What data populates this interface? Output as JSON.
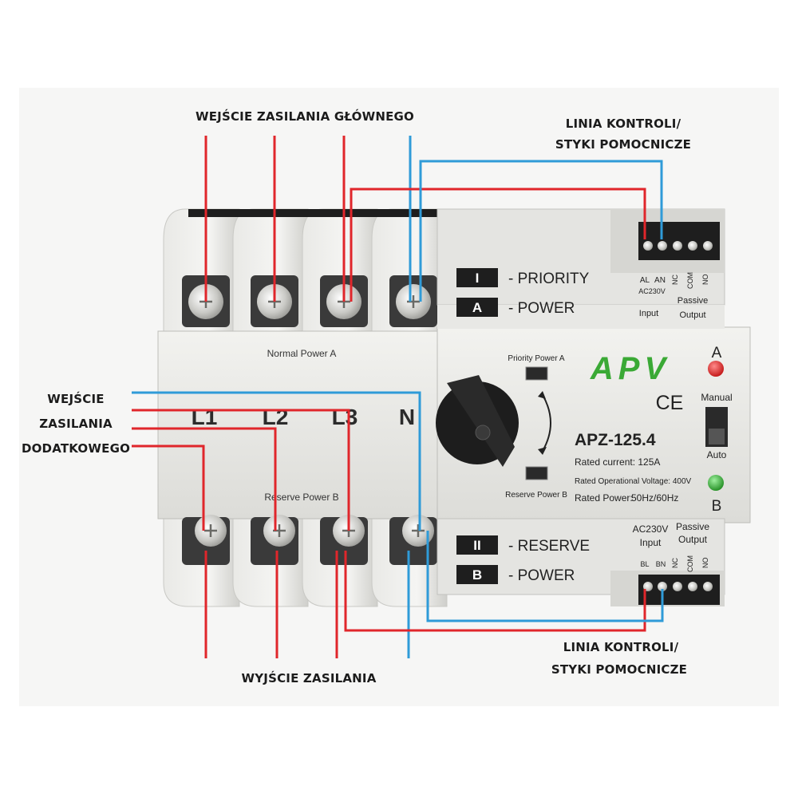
{
  "callouts": {
    "main_input": "WEJŚCIE ZASILANIA GŁÓWNEGO",
    "control_top_1": "LINIA KONTROLI/",
    "control_top_2": "STYKI POMOCNICZE",
    "reserve_input_1": "WEJŚCIE",
    "reserve_input_2": "ZASILANIA",
    "reserve_input_3": "DODATKOWEGO",
    "output": "WYJŚCIE ZASILANIA",
    "control_bottom_1": "LINIA KONTROLI/",
    "control_bottom_2": "STYKI POMOCNICZE"
  },
  "device": {
    "normal_power_label": "Normal Power A",
    "reserve_power_label": "Reserve Power B",
    "phases": [
      "L1",
      "L2",
      "L3",
      "N"
    ],
    "tag_priority_key": "I",
    "tag_priority_text": "- PRIORITY",
    "tag_power_a_key": "A",
    "tag_power_a_text": "- POWER",
    "tag_reserve_key": "II",
    "tag_reserve_text": "- RESERVE",
    "tag_power_b_key": "B",
    "tag_power_b_text": "- POWER",
    "priority_power_label": "Priority Power A",
    "reserve_power_window_label": "Reserve Power B",
    "logo": "APV",
    "ce_mark": "CE",
    "model": "APZ-125.4",
    "rated_current": "Rated current: 125A",
    "rated_voltage": "Rated Operational Voltage: 400V",
    "rated_power": "Rated Power:",
    "frequency": "50Hz/60Hz",
    "indicator_a": "A",
    "indicator_b": "B",
    "mode_manual": "Manual",
    "mode_auto": "Auto",
    "top_terminal": {
      "al": "AL",
      "an": "AN",
      "voltage": "AC230V",
      "input": "Input",
      "nc": "NC",
      "com": "COM",
      "no": "NO",
      "passive": "Passive",
      "output": "Output"
    },
    "bottom_terminal": {
      "voltage": "AC230V",
      "input": "Input",
      "bl": "BL",
      "bn": "BN",
      "nc": "NC",
      "com": "COM",
      "no": "NO",
      "passive": "Passive",
      "output": "Output"
    },
    "indicator_a_color": "#e31e1e",
    "indicator_b_color": "#2fa82f",
    "logo_color": "#3aa935"
  },
  "wire_colors": {
    "live": "#e0262b",
    "neutral": "#2f9bd8"
  }
}
